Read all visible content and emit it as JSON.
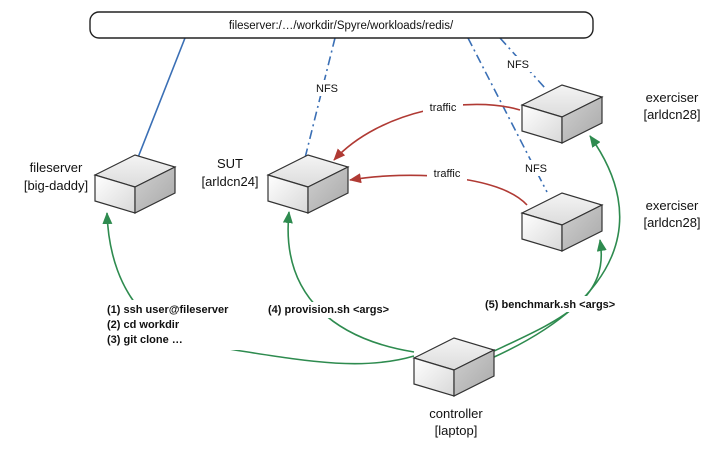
{
  "path_box": {
    "text": "fileserver:/…/workdir/Spyre/workloads/redis/"
  },
  "nodes": {
    "fileserver": {
      "line1": "fileserver",
      "line2": "[big-daddy]"
    },
    "sut": {
      "line1": "SUT",
      "line2": "[arldcn24]"
    },
    "exerciser_top": {
      "line1": "exerciser",
      "line2": "[arldcn28]"
    },
    "exerciser_bottom": {
      "line1": "exerciser",
      "line2": "[arldcn28]"
    },
    "controller": {
      "line1": "controller",
      "line2": "[laptop]"
    }
  },
  "edge_labels": {
    "nfs_sut": "NFS",
    "nfs_ex_top": "NFS",
    "nfs_ex_bottom": "NFS",
    "traffic_top": "traffic",
    "traffic_bottom": "traffic"
  },
  "commands": {
    "fileserver": [
      "(1) ssh user@fileserver",
      "(2) cd workdir",
      "(3) git clone …"
    ],
    "provision": "(4) provision.sh <args>",
    "benchmark": "(5) benchmark.sh <args>"
  },
  "colors": {
    "blue_link": "#3a6fb5",
    "traffic": "#b03a34",
    "command": "#2e8b4f",
    "box_top": "#e6e6e6",
    "box_side": "#c8c8c8"
  }
}
